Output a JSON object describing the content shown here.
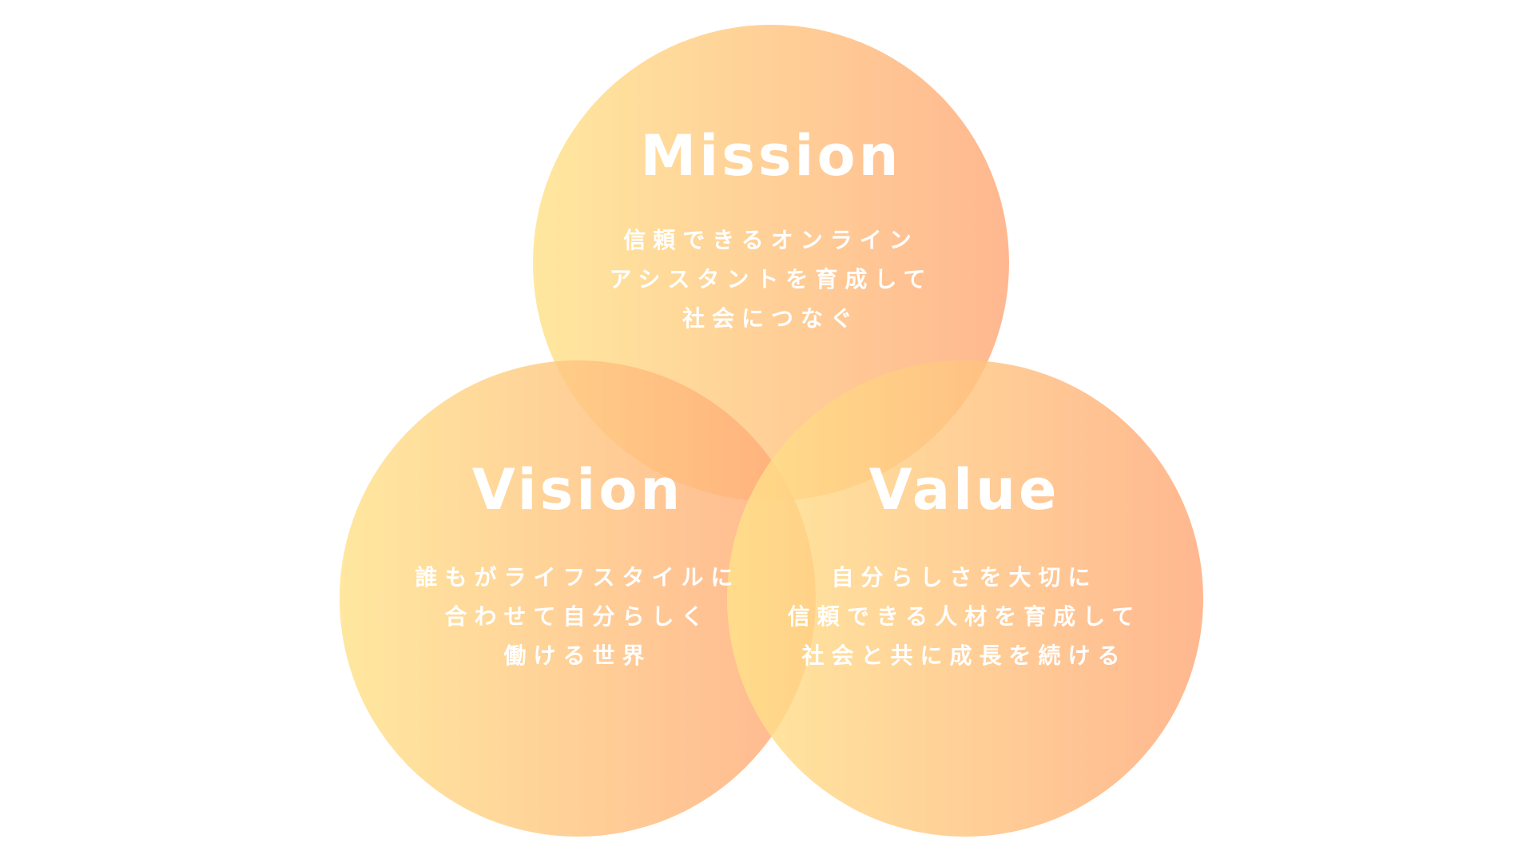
{
  "colors": {
    "gradient_start": "#FFE28A",
    "gradient_end": "#FFA877",
    "text": "#FFFFFF",
    "background": "#FFFFFF"
  },
  "mission": {
    "title": "Mission",
    "lines": [
      "信頼できるオンライン",
      "アシスタントを育成して",
      "社会につなぐ"
    ]
  },
  "vision": {
    "title": "Vision",
    "lines": [
      "誰もがライフスタイルに",
      "合わせて自分らしく",
      "働ける世界"
    ]
  },
  "value": {
    "title": "Value",
    "lines": [
      "自分らしさを大切に",
      "信頼できる人材を育成して",
      "社会と共に成長を続ける"
    ]
  }
}
